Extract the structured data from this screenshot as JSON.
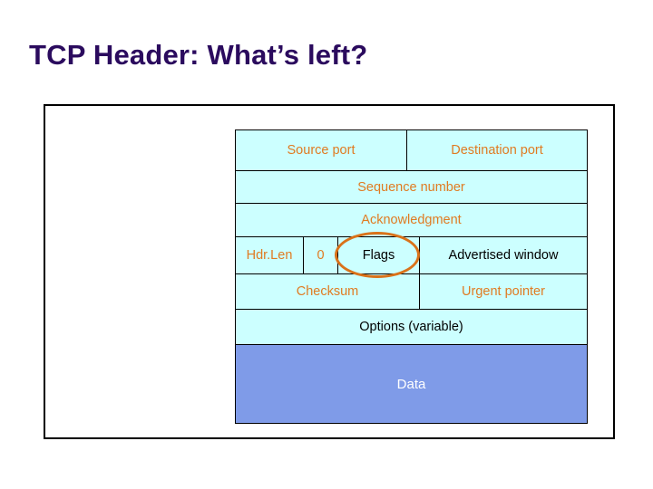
{
  "slide": {
    "title": "TCP Header: What’s left?",
    "title_color": "#2B0B5E",
    "background_color": "#FFFFFF"
  },
  "colors": {
    "header_cell_fill": "#CCFFFF",
    "header_cell_text_orange": "#E07B22",
    "header_cell_text_black": "#000000",
    "data_block_fill": "#7F9BE8",
    "data_block_text": "#FFFFFF",
    "highlight_ellipse": "#D9721A",
    "frame_border": "#000000"
  },
  "tcp_header": {
    "rows": [
      {
        "name": "ports-row",
        "cells": [
          {
            "label": "Source port",
            "text_color": "orange"
          },
          {
            "label": "Destination port",
            "text_color": "orange"
          }
        ]
      },
      {
        "name": "sequence-row",
        "cells": [
          {
            "label": "Sequence number",
            "text_color": "orange"
          }
        ]
      },
      {
        "name": "acknowledgment-row",
        "cells": [
          {
            "label": "Acknowledgment",
            "text_color": "orange"
          }
        ]
      },
      {
        "name": "flags-row",
        "cells": [
          {
            "label": "Hdr.Len",
            "text_color": "orange"
          },
          {
            "label": "0",
            "text_color": "orange"
          },
          {
            "label": "Flags",
            "text_color": "black"
          },
          {
            "label": "Advertised window",
            "text_color": "black"
          }
        ]
      },
      {
        "name": "checksum-row",
        "cells": [
          {
            "label": "Checksum",
            "text_color": "orange"
          },
          {
            "label": "Urgent pointer",
            "text_color": "orange"
          }
        ]
      },
      {
        "name": "options-row",
        "cells": [
          {
            "label": "Options (variable)",
            "text_color": "black"
          }
        ]
      },
      {
        "name": "data-row",
        "cells": [
          {
            "label": "Data",
            "text_color": "white"
          }
        ]
      }
    ],
    "highlight": {
      "target": "Flags",
      "shape": "ellipse",
      "color": "#D9721A"
    }
  }
}
